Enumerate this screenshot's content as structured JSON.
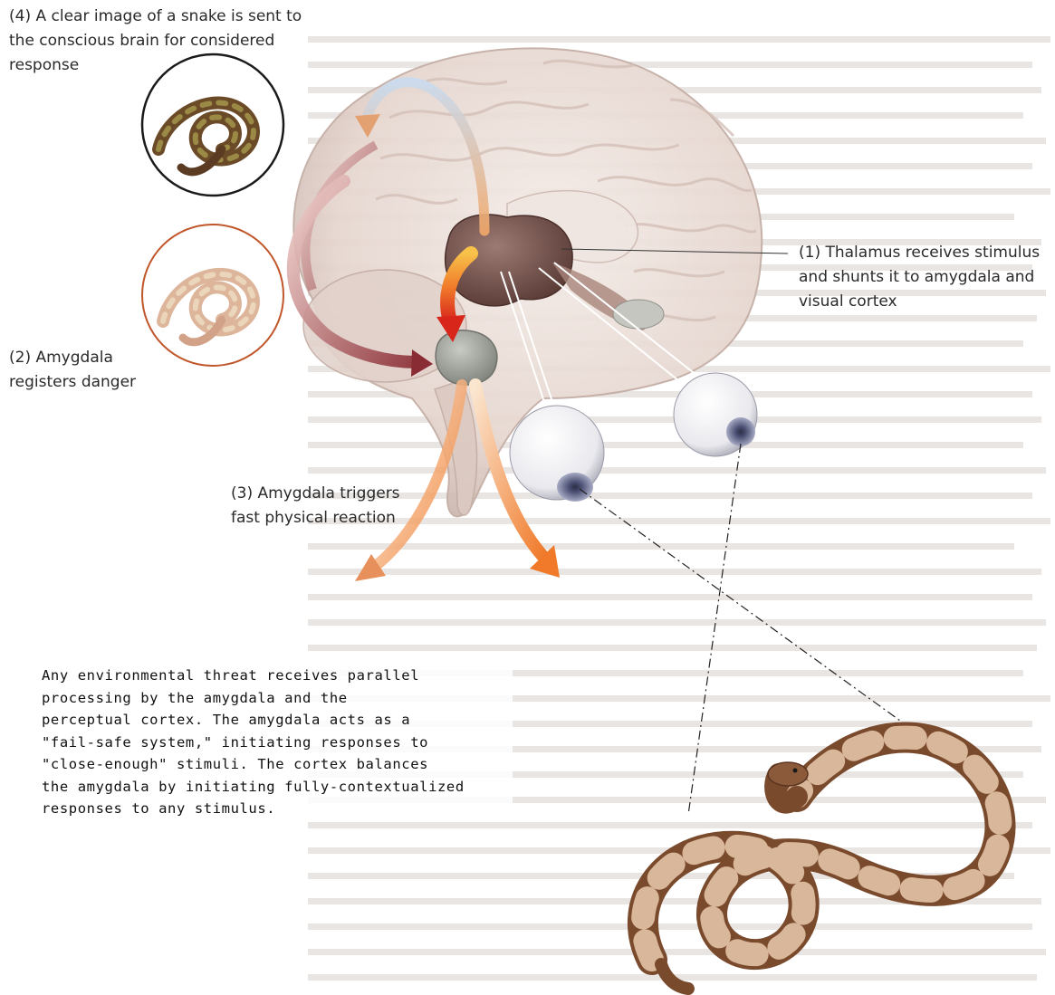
{
  "labels": {
    "step4": "(4) A clear image of a snake is sent to\nthe conscious brain for considered\nresponse",
    "step1": "(1) Thalamus receives stimulus\nand shunts it to amygdala and\nvisual cortex",
    "step2": "(2) Amygdala\nregisters danger",
    "step3": "(3) Amygdala triggers\nfast physical reaction"
  },
  "caption": "Any environmental threat receives parallel\nprocessing by the amygdala and the\nperceptual cortex. The amygdala acts as a\n\"fail-safe system,\" initiating responses to\n\"close-enough\" stimuli. The cortex balances\nthe amygdala by initiating fully-contextualized\nresponses to any stimulus.",
  "colors": {
    "brain": "#e9dcd6",
    "brain_shadow": "#c9b3ab",
    "thalamus": "#6e4b44",
    "amygdala": "#9a9d96",
    "arrow_red": "#d8261b",
    "arrow_orange": "#f39a4a",
    "arrow_maroon": "#8a2c34",
    "iris": "#7b7f9c",
    "snake_dark": "#7a4a2c",
    "snake_light": "#d9b79a"
  }
}
